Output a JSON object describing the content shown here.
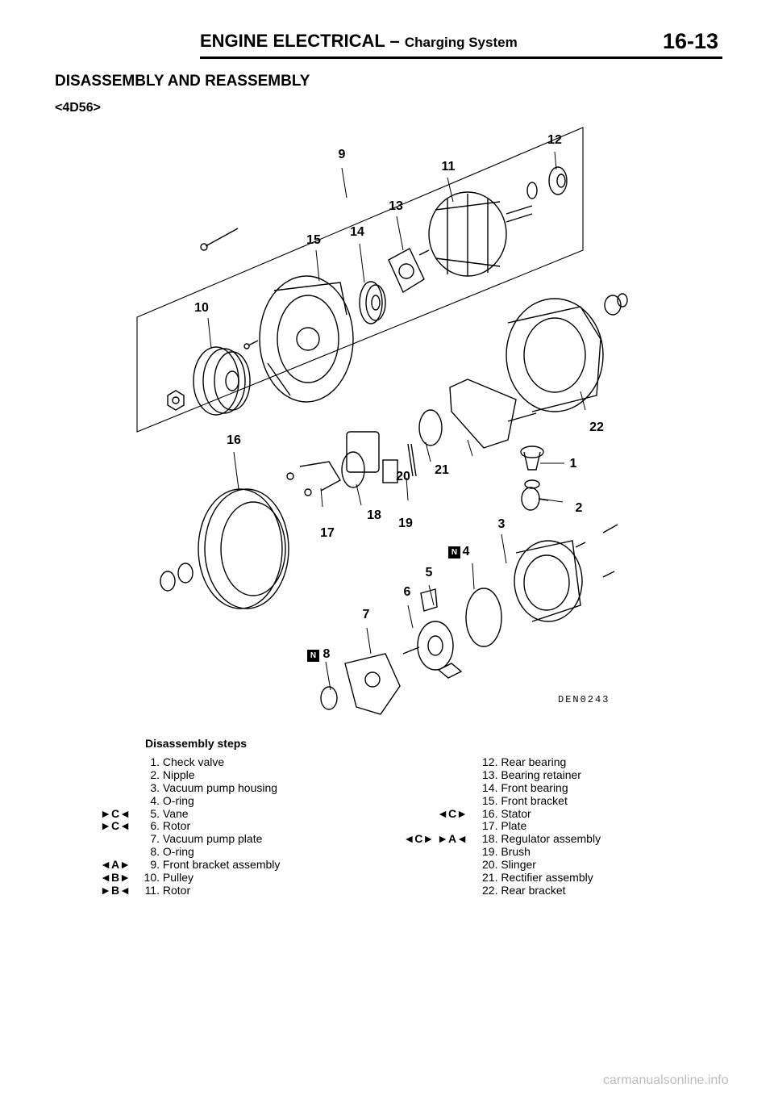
{
  "header": {
    "section": "ENGINE ELECTRICAL",
    "separator": "–",
    "subsection": "Charging System",
    "page_number": "16-13"
  },
  "section_title": "DISASSEMBLY AND REASSEMBLY",
  "engine_tag": "<4D56>",
  "diagram": {
    "code": "DEN0243",
    "new_part_mark": "N",
    "callouts": [
      "1",
      "2",
      "3",
      "4",
      "5",
      "6",
      "7",
      "8",
      "9",
      "10",
      "11",
      "12",
      "13",
      "14",
      "15",
      "16",
      "17",
      "18",
      "19",
      "20",
      "21",
      "22"
    ]
  },
  "steps": {
    "title": "Disassembly steps",
    "left": [
      {
        "num": "1.",
        "name": "Check valve",
        "mark": ""
      },
      {
        "num": "2.",
        "name": "Nipple",
        "mark": ""
      },
      {
        "num": "3.",
        "name": "Vacuum pump housing",
        "mark": ""
      },
      {
        "num": "4.",
        "name": "O-ring",
        "mark": ""
      },
      {
        "num": "5.",
        "name": "Vane",
        "mark": "►C◄"
      },
      {
        "num": "6.",
        "name": "Rotor",
        "mark": "►C◄"
      },
      {
        "num": "7.",
        "name": "Vacuum pump plate",
        "mark": ""
      },
      {
        "num": "8.",
        "name": "O-ring",
        "mark": ""
      },
      {
        "num": "9.",
        "name": "Front bracket assembly",
        "mark": "◄A►"
      },
      {
        "num": "10.",
        "name": "Pulley",
        "mark": "◄B►"
      },
      {
        "num": "11.",
        "name": "Rotor",
        "mark": "►B◄"
      }
    ],
    "right": [
      {
        "num": "12.",
        "name": "Rear bearing",
        "mark": ""
      },
      {
        "num": "13.",
        "name": "Bearing retainer",
        "mark": ""
      },
      {
        "num": "14.",
        "name": "Front bearing",
        "mark": ""
      },
      {
        "num": "15.",
        "name": "Front bracket",
        "mark": ""
      },
      {
        "num": "16.",
        "name": "Stator",
        "mark": "◄C►"
      },
      {
        "num": "17.",
        "name": "Plate",
        "mark": ""
      },
      {
        "num": "18.",
        "name": "Regulator assembly",
        "mark": "◄C►   ►A◄"
      },
      {
        "num": "19.",
        "name": "Brush",
        "mark": ""
      },
      {
        "num": "20.",
        "name": "Slinger",
        "mark": ""
      },
      {
        "num": "21.",
        "name": "Rectifier assembly",
        "mark": ""
      },
      {
        "num": "22.",
        "name": "Rear bracket",
        "mark": ""
      }
    ]
  },
  "watermark": "carmanualsonline.info"
}
